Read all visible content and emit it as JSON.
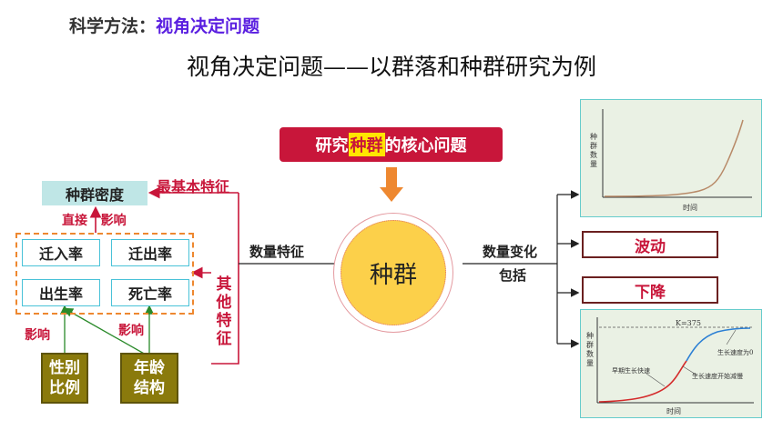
{
  "header": {
    "label_prefix": "科学方法：",
    "label_highlight": "视角决定问题"
  },
  "title": "视角决定问题——以群落和种群研究为例",
  "core_question": {
    "before": "研究",
    "highlight": "种群",
    "after": "的核心问题"
  },
  "center": "种群",
  "left": {
    "density": "种群密度",
    "basic_feature": "最基本特征",
    "direct_prefix": "直接",
    "direct_suffix": "影响",
    "rates": [
      "迁入率",
      "迁出率",
      "出生率",
      "死亡率"
    ],
    "influence_1": "影响",
    "influence_2": "影响",
    "sex_ratio_line1": "性别",
    "sex_ratio_line2": "比例",
    "age_line1": "年龄",
    "age_line2": "结构",
    "other_feature": "其他特征",
    "quantity_feature": "数量特征"
  },
  "right": {
    "quantity_change": "数量变化",
    "include": "包括",
    "fluctuation": "波动",
    "decline": "下降",
    "j_curve": {
      "ylabel": "种群数量",
      "xlabel": "时间"
    },
    "s_curve": {
      "ylabel": "种群数量",
      "xlabel": "时间",
      "k_label": "K=375",
      "ann_early": "早期生长快速",
      "ann_mid": "生长速度开始减慢",
      "ann_end": "生长速度为0"
    }
  },
  "colors": {
    "accent_red": "#c8163a",
    "highlight_yellow": "#ffe600",
    "teal_box": "#bfe6e6",
    "olive": "#8a7a0c",
    "circle_fill": "#fcd04a"
  }
}
